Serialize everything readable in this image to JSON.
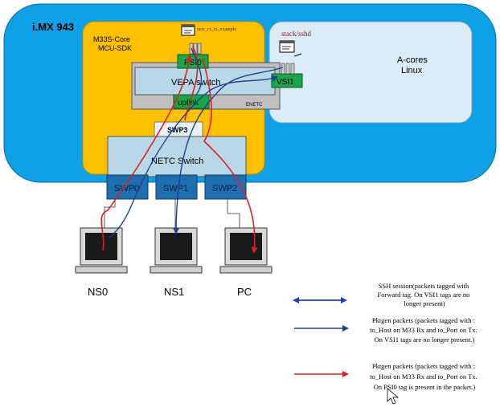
{
  "soc": {
    "title": "i.MX 943"
  },
  "m33": {
    "line1": "M33S-Core",
    "line2": "MCU-SDK",
    "app": "netc_rx_tx_example"
  },
  "acores": {
    "line1": "A-cores",
    "line2": "Linux",
    "app": "stack/sshd"
  },
  "enetc": {
    "label": "ENETC",
    "psi": "PSI0",
    "vepa": "VEPA switch",
    "uplink": "uplink",
    "vsi": "VSI1"
  },
  "netc": {
    "swp3": "SWP3",
    "switch": "NETC Switch",
    "ports": [
      "SWP0",
      "SWP1",
      "SWP2"
    ]
  },
  "hosts": [
    "NS0",
    "NS1",
    "PC"
  ],
  "legend": [
    {
      "text": [
        "SSH session(packets tagged with",
        "Forward tag. On VSI1 tags are no",
        "longer present)"
      ],
      "color": "#1f3fbf"
    },
    {
      "text": [
        "Pktgen packets (packets tagged with :",
        "to_Host on M33 Rx and to_Port on Tx.",
        "On VSI1 tags are no longer present.)"
      ],
      "color": "#1f3f8f"
    },
    {
      "text": [
        "Pktgen packets (packets tagged with :",
        "to_Host on M33 Rx and to_Port on Tx.",
        "On PSI0 tag is present in the packet.)"
      ],
      "color": "#e02020"
    }
  ],
  "colors": {
    "soc_bg": "#0fa0e6",
    "m33_bg": "#ffc000",
    "acores_bg": "#dcecf7",
    "enetc_bg": "#bfbfbf",
    "vepa_bg": "#b8d8e8",
    "green": "#1aa64a",
    "port_bg": "#1f6fb0",
    "blue_line": "#1f3f8f",
    "red_line": "#e02020"
  }
}
